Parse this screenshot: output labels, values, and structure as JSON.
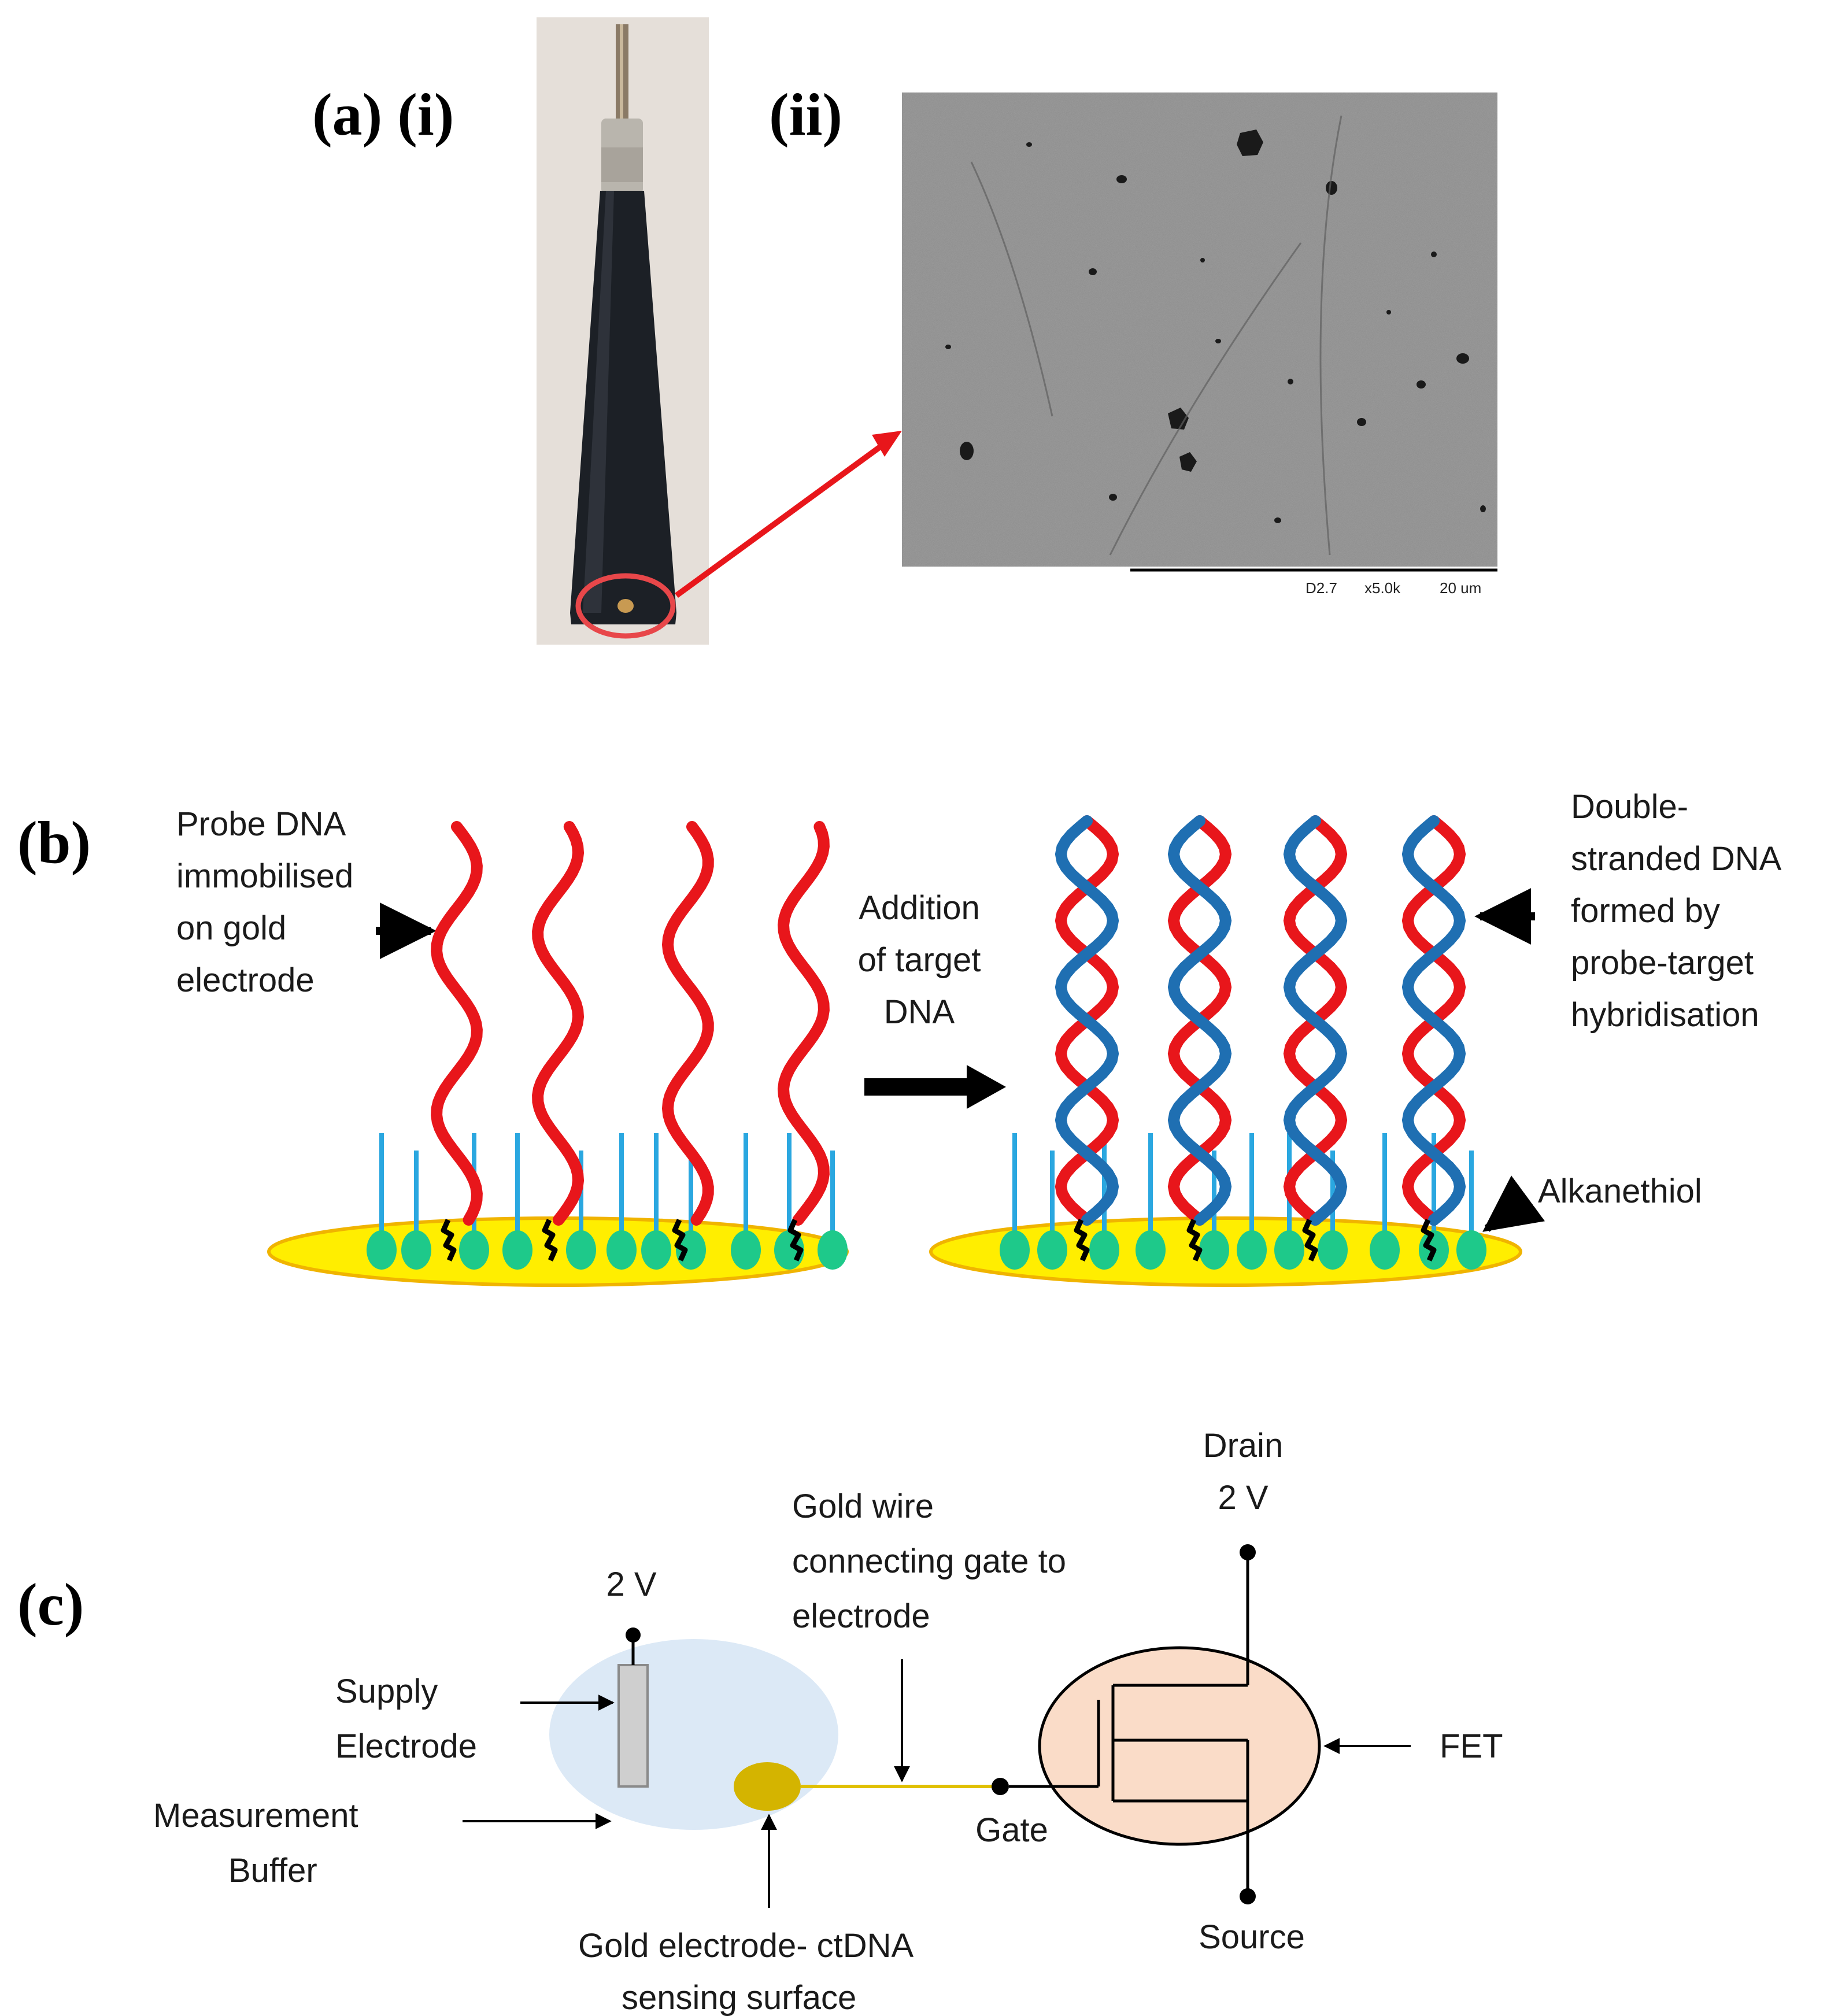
{
  "figure": {
    "panel_a": {
      "label": "(a) (i)",
      "sublabel": "(ii)",
      "sem_info": {
        "detector": "D2.7",
        "magnification": "x5.0k",
        "scale": "20 um"
      }
    },
    "panel_b": {
      "label": "(b)",
      "probe_label": [
        "Probe DNA",
        "immobilised",
        "on gold",
        "electrode"
      ],
      "addition_label": [
        "Addition",
        "of target",
        "DNA"
      ],
      "ds_label": [
        "Double-",
        "stranded DNA",
        "formed by",
        "probe-target",
        "hybridisation"
      ],
      "alkanethiol_label": "Alkanethiol"
    },
    "panel_c": {
      "label": "(c)",
      "supply_voltage": "2 V",
      "supply_electrode": [
        "Supply",
        "Electrode"
      ],
      "measurement_buffer": [
        "Measurement",
        "Buffer"
      ],
      "gold_electrode": [
        "Gold electrode- ctDNA",
        "sensing surface"
      ],
      "gold_wire": [
        "Gold wire",
        "connecting gate to",
        "electrode"
      ],
      "gate": "Gate",
      "drain": [
        "Drain",
        "2 V"
      ],
      "source": "Source",
      "fet": "FET"
    },
    "colors": {
      "probe_dna": "#e8161b",
      "target_dna": "#1f6fb2",
      "gold_surface": "#ffee00",
      "gold_rim": "#f0b400",
      "thiol_head": "#1ec98a",
      "thiol_tail": "#2aa7e0",
      "buffer": "#dce9f6",
      "fet_body": "#fadcc8",
      "electrode_gold": "#d4b400",
      "highlight_circle": "#e8474a"
    }
  }
}
